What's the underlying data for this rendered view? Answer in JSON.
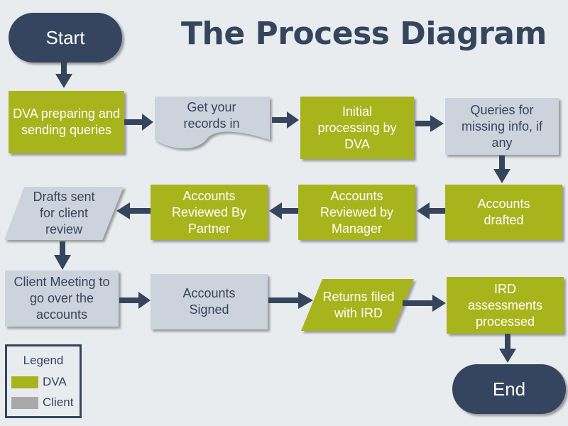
{
  "title": "The Process Diagram",
  "colors": {
    "navy": "#35455e",
    "dva": "#a8b41c",
    "client": "#cdd3dc",
    "background": "#e9ecef",
    "arrow": "#35455e"
  },
  "nodes": {
    "start": "Start",
    "dva_preparing": "DVA preparing and sending queries",
    "get_records": "Get your records in",
    "initial_processing": "Initial processing by DVA",
    "queries_missing": "Queries for missing info, if any",
    "accounts_drafted": "Accounts drafted",
    "reviewed_manager": "Accounts Reviewed by Manager",
    "reviewed_partner": "Accounts Reviewed By Partner",
    "drafts_sent": "Drafts sent for client review",
    "client_meeting": "Client Meeting to go over the accounts",
    "accounts_signed": "Accounts Signed",
    "returns_filed": "Returns filed with IRD",
    "ird_assessments": "IRD assessments processed",
    "end": "End"
  },
  "legend": {
    "title": "Legend",
    "items": [
      {
        "label": "DVA",
        "color": "#a8b41c"
      },
      {
        "label": "Client",
        "color": "#a9a9a9"
      }
    ]
  }
}
